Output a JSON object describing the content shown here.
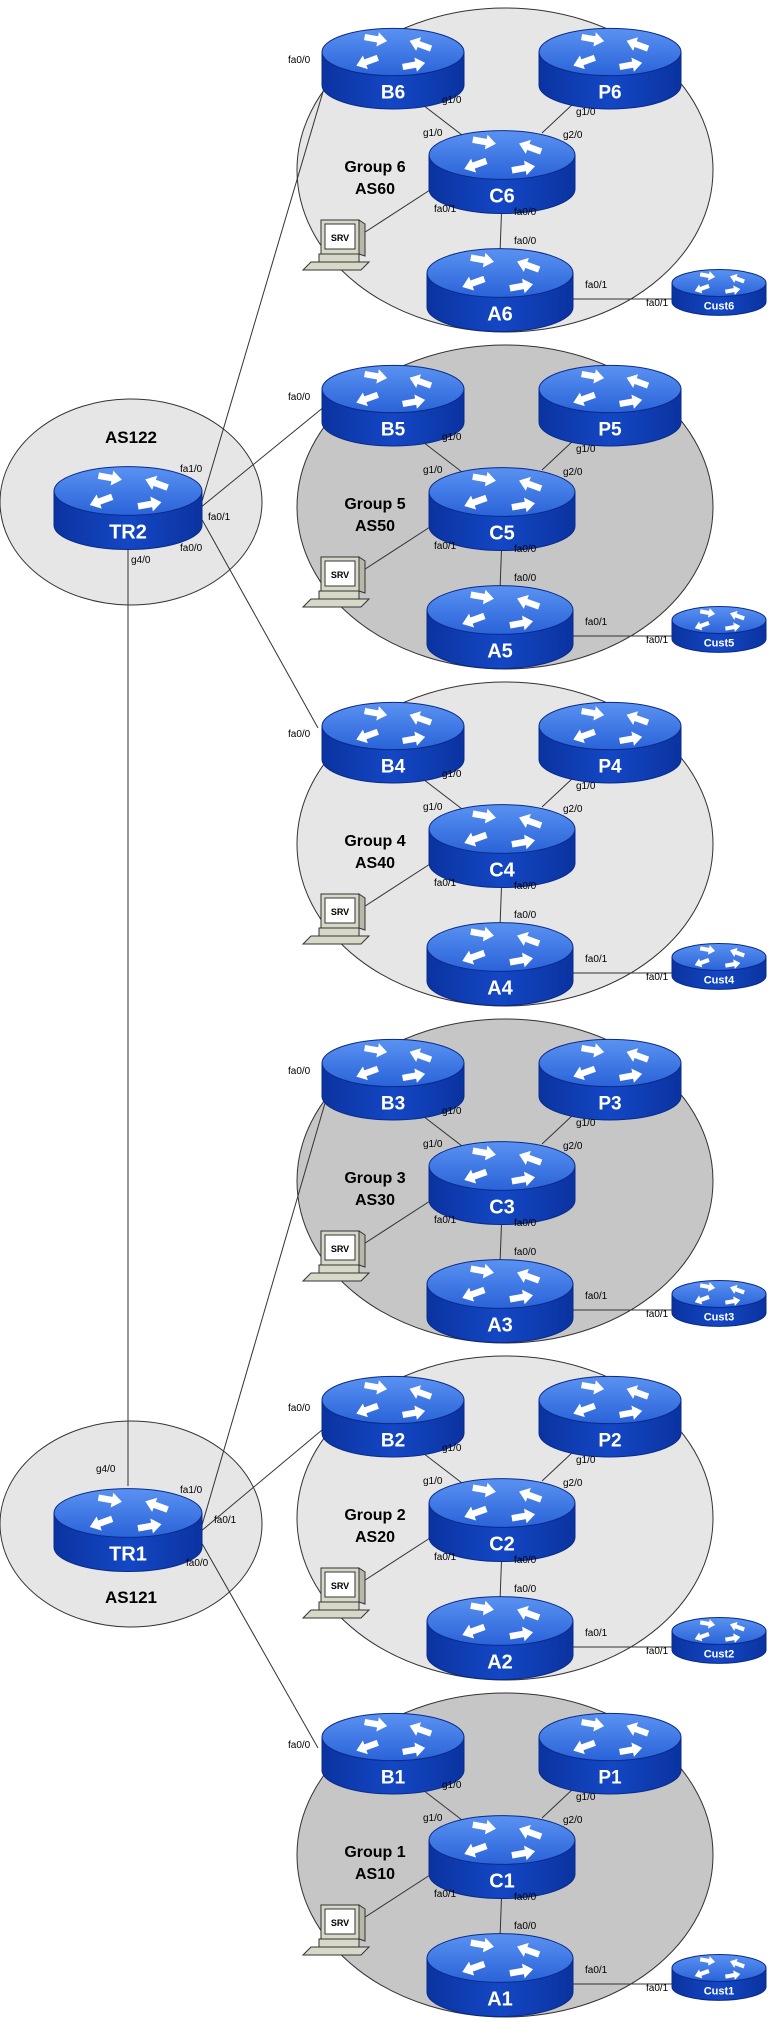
{
  "transit": [
    {
      "id": "tr2",
      "as_label": "AS122",
      "router": "TR2",
      "ifaces": {
        "up": "fa1/0",
        "mid": "fa0/1",
        "down": "fa0/0",
        "trunk": "g4/0"
      }
    },
    {
      "id": "tr1",
      "as_label": "AS121",
      "router": "TR1",
      "ifaces": {
        "up": "fa1/0",
        "mid": "fa0/1",
        "down": "fa0/0",
        "trunk": "g4/0"
      }
    }
  ],
  "groups": [
    {
      "num": 6,
      "title": "Group 6",
      "as": "AS60",
      "shade": "light",
      "border": "B6",
      "peer": "P6",
      "core": "C6",
      "access": "A6",
      "customer": "Cust6",
      "server": "SRV"
    },
    {
      "num": 5,
      "title": "Group 5",
      "as": "AS50",
      "shade": "dark",
      "border": "B5",
      "peer": "P5",
      "core": "C5",
      "access": "A5",
      "customer": "Cust5",
      "server": "SRV"
    },
    {
      "num": 4,
      "title": "Group 4",
      "as": "AS40",
      "shade": "light",
      "border": "B4",
      "peer": "P4",
      "core": "C4",
      "access": "A4",
      "customer": "Cust4",
      "server": "SRV"
    },
    {
      "num": 3,
      "title": "Group 3",
      "as": "AS30",
      "shade": "dark",
      "border": "B3",
      "peer": "P3",
      "core": "C3",
      "access": "A3",
      "customer": "Cust3",
      "server": "SRV"
    },
    {
      "num": 2,
      "title": "Group 2",
      "as": "AS20",
      "shade": "light",
      "border": "B2",
      "peer": "P2",
      "core": "C2",
      "access": "A2",
      "customer": "Cust2",
      "server": "SRV"
    },
    {
      "num": 1,
      "title": "Group 1",
      "as": "AS10",
      "shade": "dark",
      "border": "B1",
      "peer": "P1",
      "core": "C1",
      "access": "A1",
      "customer": "Cust1",
      "server": "SRV"
    }
  ],
  "iface_labels": {
    "border_uplink": "fa0/0",
    "border_to_core": "g1/0",
    "core_to_border": "g1/0",
    "peer_to_core": "g1/0",
    "core_to_peer": "g2/0",
    "core_to_server": "fa0/1",
    "core_to_access": "fa0/0",
    "access_to_core": "fa0/0",
    "access_to_cust": "fa0/1",
    "cust_to_access": "fa0/1"
  },
  "colors": {
    "router_top": "#3a78e8",
    "router_side": "#0b3bb5",
    "router_rim": "#1a4fd0",
    "arrow": "#ffffff",
    "light_area": "#e6e6e6",
    "dark_area": "#c6c6c6",
    "transit_area": "#e6e6e6",
    "line": "#333333",
    "text": "#000000"
  }
}
